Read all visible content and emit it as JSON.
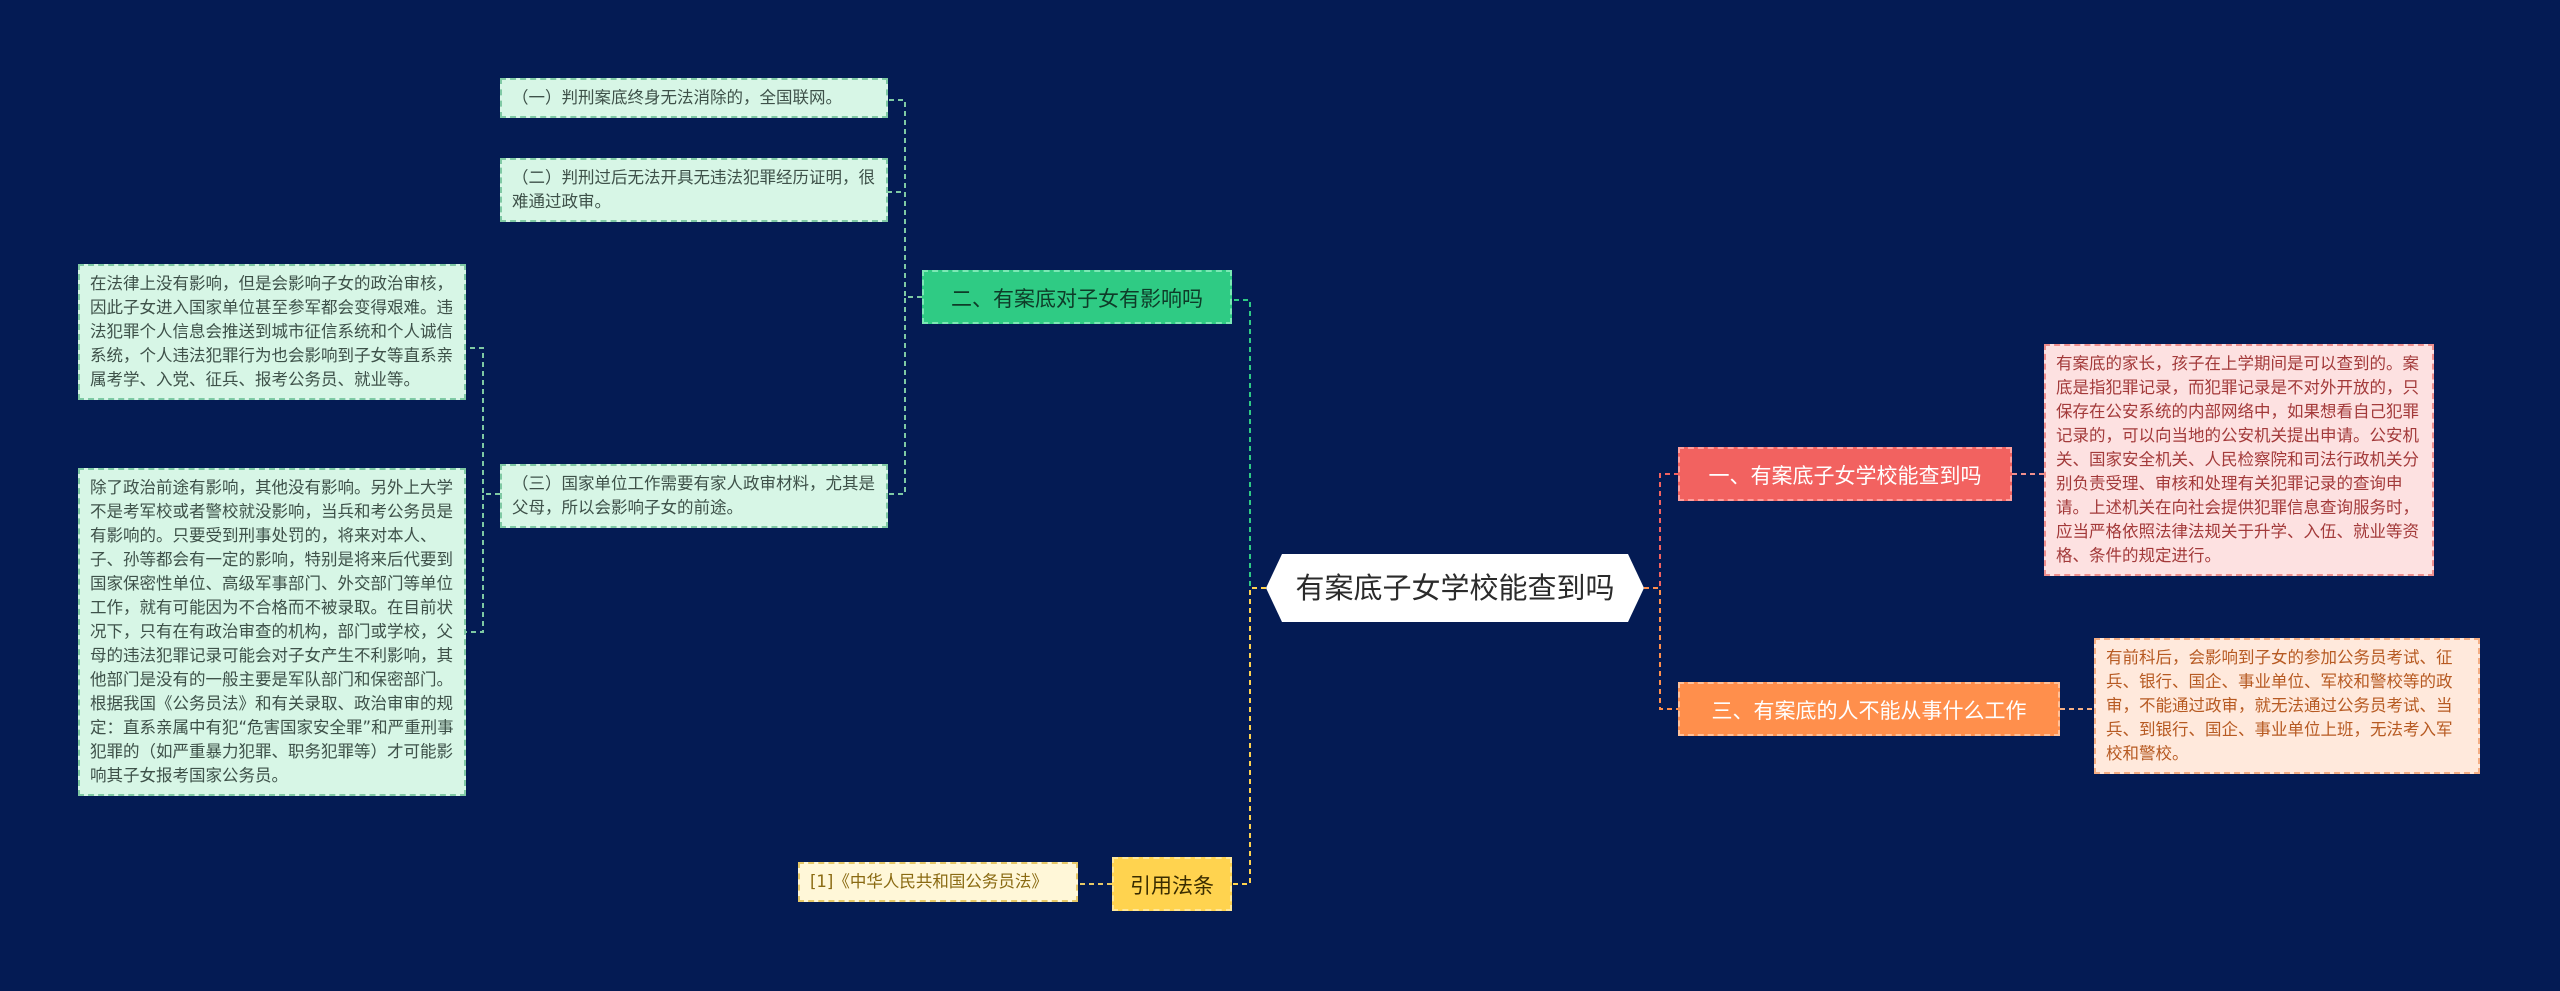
{
  "colors": {
    "background": "#041b54",
    "root": "#ffffff",
    "green": "#2fcb84",
    "red": "#f26260",
    "orange": "#ff8f4c",
    "yellow": "#ffd34f"
  },
  "root": {
    "title": "有案底子女学校能查到吗"
  },
  "branches": {
    "influence": {
      "title": "二、有案底对子女有影响吗",
      "items": [
        "（一）判刑案底终身无法消除的，全国联网。",
        "（二）判刑过后无法开具无违法犯罪经历证明，很难通过政审。",
        "（三）国家单位工作需要有家人政审材料，尤其是父母，所以会影响子女的前途。"
      ],
      "details": [
        "在法律上没有影响，但是会影响子女的政治审核，因此子女进入国家单位甚至参军都会变得艰难。违法犯罪个人信息会推送到城市征信系统和个人诚信系统，个人违法犯罪行为也会影响到子女等直系亲属考学、入党、征兵、报考公务员、就业等。",
        "除了政治前途有影响，其他没有影响。另外上大学不是考军校或者警校就没影响，当兵和考公务员是有影响的。只要受到刑事处罚的，将来对本人、子、孙等都会有一定的影响，特别是将来后代要到国家保密性单位、高级军事部门、外交部门等单位工作，就有可能因为不合格而不被录取。在目前状况下，只有在有政治审查的机构，部门或学校，父母的违法犯罪记录可能会对子女产生不利影响，其他部门是没有的一般主要是军队部门和保密部门。根据我国《公务员法》和有关录取、政治审审的规定：直系亲属中有犯“危害国家安全罪”和严重刑事犯罪的（如严重暴力犯罪、职务犯罪等）才可能影响其子女报考国家公务员。"
      ]
    },
    "school": {
      "title": "一、有案底子女学校能查到吗",
      "detail": "有案底的家长，孩子在上学期间是可以查到的。案底是指犯罪记录，而犯罪记录是不对外开放的，只保存在公安系统的内部网络中，如果想看自己犯罪记录的，可以向当地的公安机关提出申请。公安机关、国家安全机关、人民检察院和司法行政机关分别负责受理、审核和处理有关犯罪记录的查询申请。上述机关在向社会提供犯罪信息查询服务时，应当严格依照法律法规关于升学、入伍、就业等资格、条件的规定进行。"
    },
    "jobs": {
      "title": "三、有案底的人不能从事什么工作",
      "detail": "有前科后，会影响到子女的参加公务员考试、征兵、银行、国企、事业单位、军校和警校等的政审，不能通过政审，就无法通过公务员考试、当兵、到银行、国企、事业单位上班，无法考入军校和警校。"
    },
    "law": {
      "title": "引用法条",
      "items": [
        "[1]《中华人民共和国公务员法》"
      ]
    }
  }
}
